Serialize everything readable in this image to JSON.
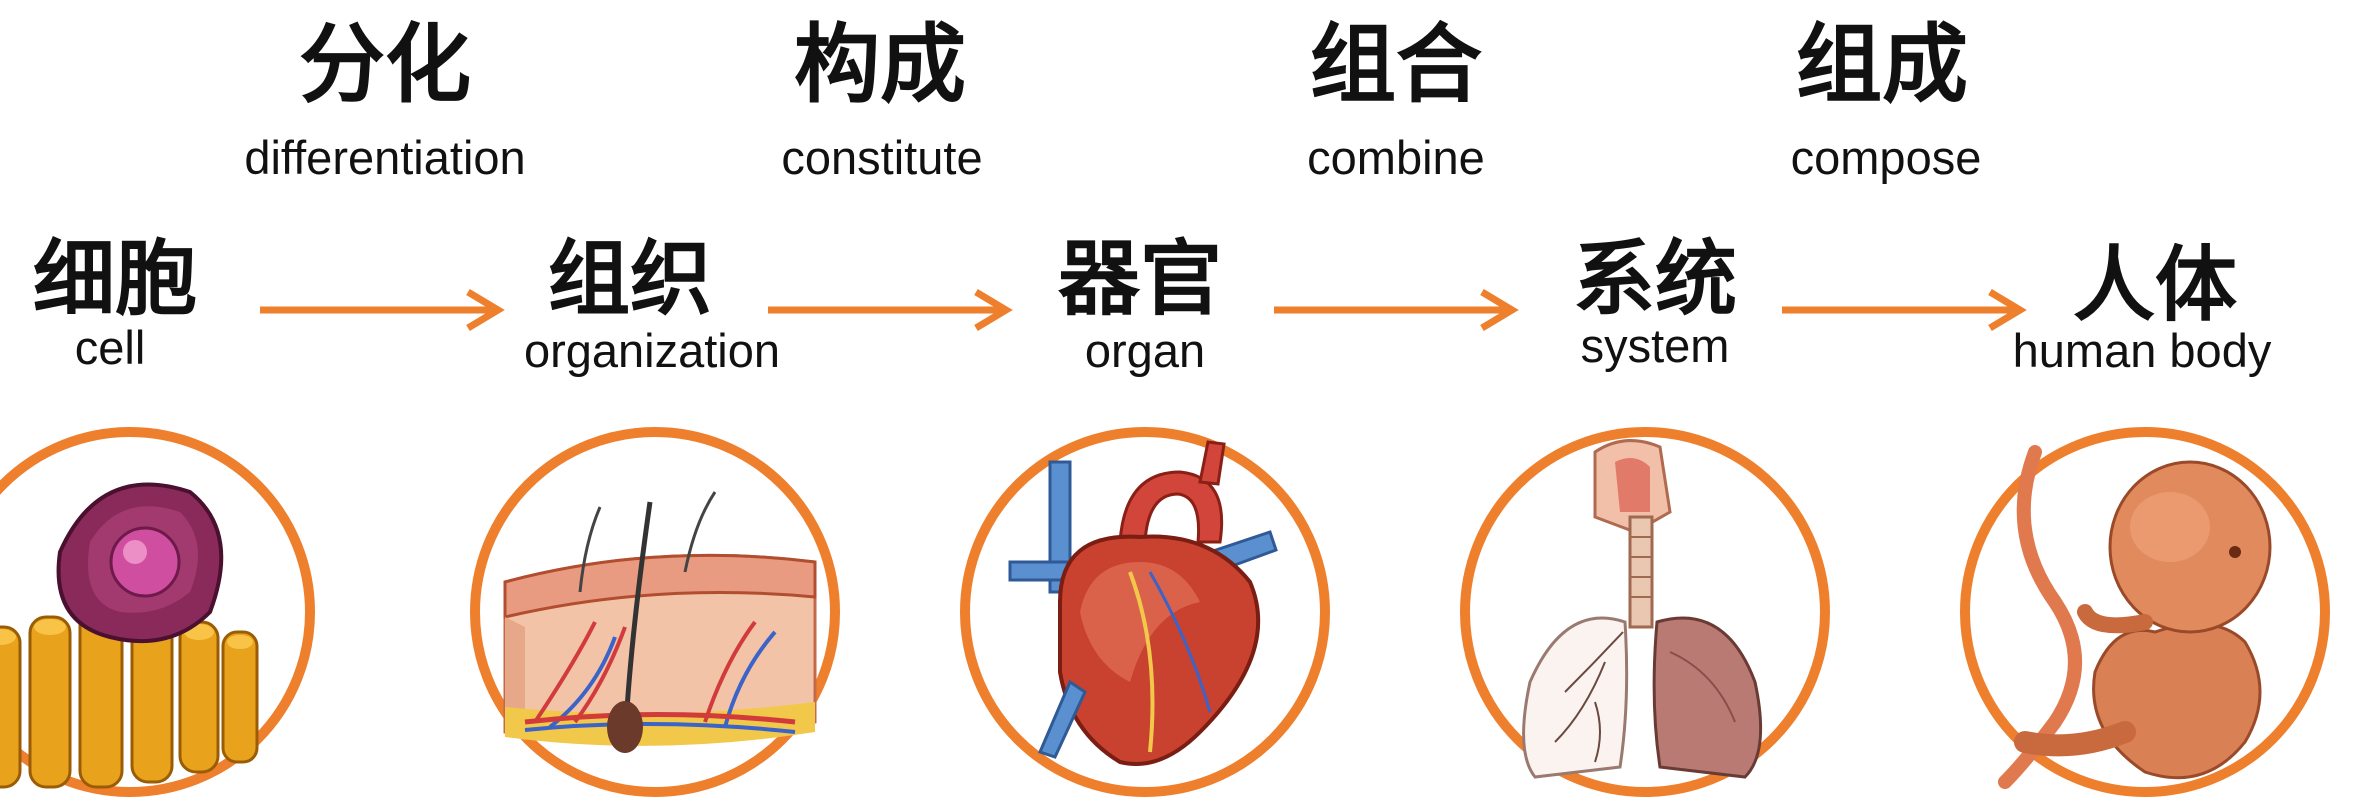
{
  "relations": [
    {
      "cn": "分化",
      "en": "differentiation"
    },
    {
      "cn": "构成",
      "en": "constitute"
    },
    {
      "cn": "组合",
      "en": "combine"
    },
    {
      "cn": "组成",
      "en": "compose"
    }
  ],
  "nodes": [
    {
      "cn": "细胞",
      "en": "cell",
      "icon": "cell-organelle-illustration"
    },
    {
      "cn": "组织",
      "en": "organization",
      "icon": "skin-tissue-illustration"
    },
    {
      "cn": "器官",
      "en": "organ",
      "icon": "heart-illustration"
    },
    {
      "cn": "系统",
      "en": "system",
      "icon": "respiratory-system-illustration"
    },
    {
      "cn": "人体",
      "en": "human body",
      "icon": "fetus-illustration"
    }
  ],
  "colors": {
    "accent": "#ee7f2d",
    "text": "#111111"
  }
}
